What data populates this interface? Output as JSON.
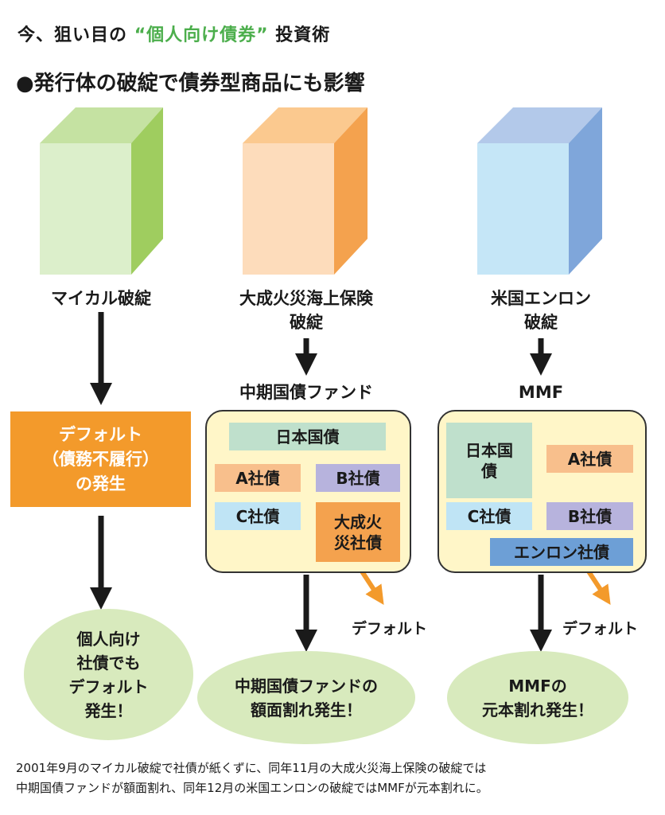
{
  "header": {
    "title_prefix": "今、狙い目の",
    "title_highlight": "“個人向け債券”",
    "title_suffix": "投資術",
    "subtitle": "●発行体の破綻で債券型商品にも影響"
  },
  "colors": {
    "highlight": "#4cae4c",
    "default_box": "#f39a2b",
    "ellipse": "#d8eabd",
    "fund_bg": "#fff6c8"
  },
  "columns": [
    {
      "event": [
        "マイカル破綻"
      ],
      "box_lines": [
        "デフォルト",
        "（債務不履行）",
        "の発生"
      ],
      "result": [
        "個人向け",
        "社債でも",
        "デフォルト",
        "発生！"
      ]
    },
    {
      "event": [
        "大成火災海上保険",
        "破綻"
      ],
      "fund_name": "中期国債ファンド",
      "holdings": [
        "日本国債",
        "A社債",
        "B社債",
        "C社債",
        "大成火災社債"
      ],
      "default_label": "デフォルト",
      "result": [
        "中期国債ファンドの",
        "額面割れ発生！"
      ]
    },
    {
      "event": [
        "米国エンロン",
        "破綻"
      ],
      "fund_name": "MMF",
      "holdings": [
        "日本国債",
        "A社債",
        "C社債",
        "B社債",
        "エンロン社債"
      ],
      "default_label": "デフォルト",
      "result": [
        "MMFの",
        "元本割れ発生！"
      ]
    }
  ],
  "caption": [
    "2001年9月のマイカル破綻で社債が紙くずに、同年11月の大成火災海上保険の破綻では",
    "中期国債ファンドが額面割れ、同年12月の米国エンロンの破綻ではMMFが元本割れに。"
  ]
}
